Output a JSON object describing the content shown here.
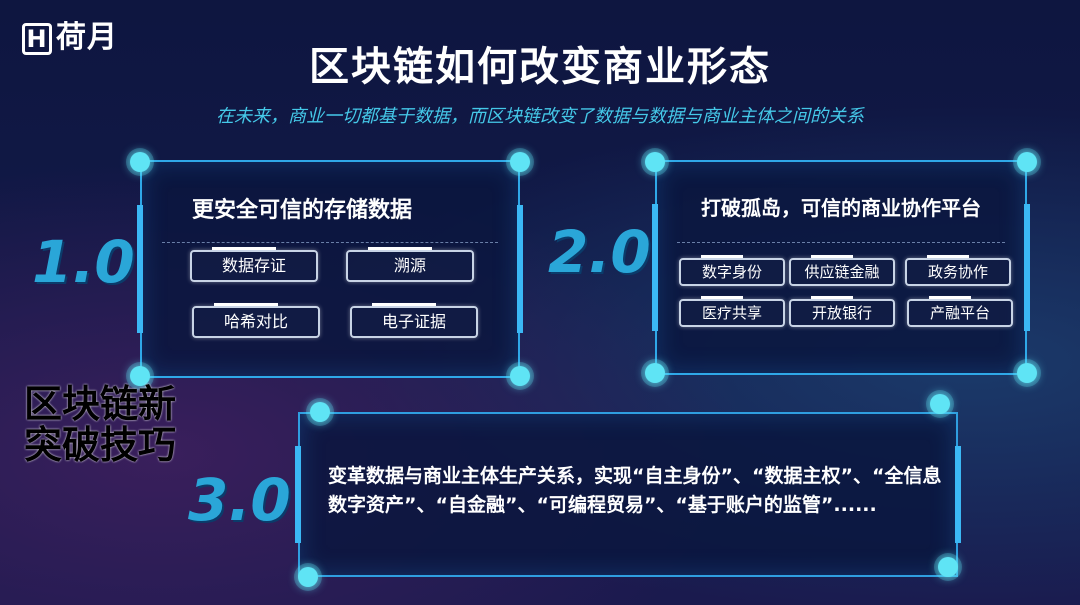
{
  "logo": {
    "mark": "H",
    "text": "荷月"
  },
  "title": "区块链如何改变商业形态",
  "subtitle": "在未来，商业一切都基于数据，而区块链改变了数据与数据与商业主体之间的关系",
  "sections": [
    {
      "version": "1.0",
      "title": "更安全可信的存储数据",
      "tags": [
        "数据存证",
        "溯源",
        "哈希对比",
        "电子证据"
      ]
    },
    {
      "version": "2.0",
      "title": "打破孤岛，可信的商业协作平台",
      "tags": [
        "数字身份",
        "供应链金融",
        "政务协作",
        "医疗共享",
        "开放银行",
        "产融平台"
      ]
    },
    {
      "version": "3.0",
      "text": "变革数据与商业主体生产关系，实现“自主身份”、“数据主权”、“全信息数字资产”、“自金融”、“可编程贸易”、“基于账户的监管”......"
    }
  ],
  "watermark": "区块链新突破技巧",
  "colors": {
    "accent": "#2fa8e8",
    "subtitle": "#45c8e8",
    "dot": "#5fe4f5"
  }
}
